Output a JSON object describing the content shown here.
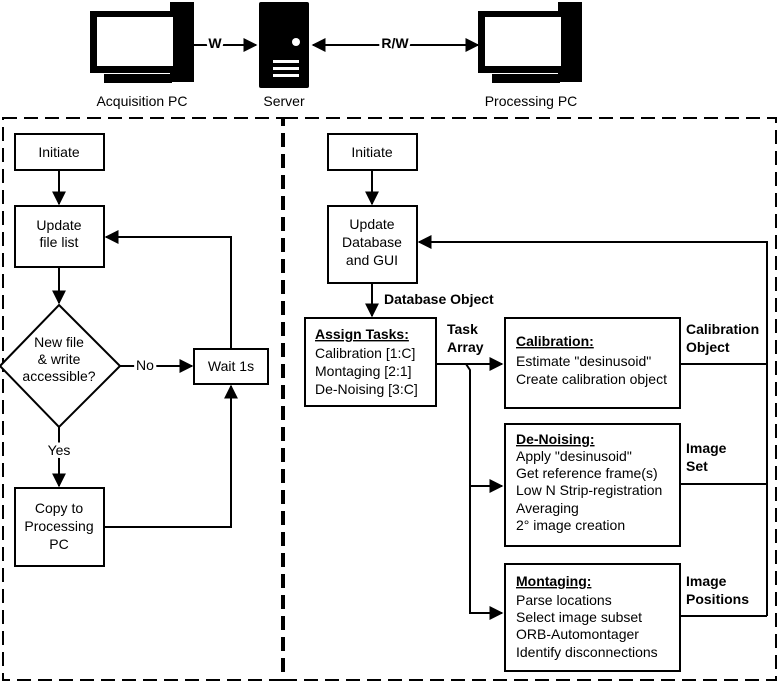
{
  "computers": {
    "acquisition_label": "Acquisition PC",
    "server_label": "Server",
    "processing_label": "Processing PC",
    "acq_server_link": "W",
    "server_proc_link": "R/W"
  },
  "acquisition": {
    "initiate": "Initiate",
    "update_file_list": [
      "Update",
      "file list"
    ],
    "decision": [
      "New file",
      "& write",
      "accessible?"
    ],
    "no_label": "No",
    "yes_label": "Yes",
    "wait": "Wait 1s",
    "copy": [
      "Copy to",
      "Processing",
      "PC"
    ]
  },
  "processing": {
    "initiate": "Initiate",
    "update_db": [
      "Update",
      "Database",
      "and GUI"
    ],
    "database_object": "Database Object",
    "assign": {
      "title": "Assign Tasks:",
      "items": [
        "Calibration [1:C]",
        "Montaging [2:1]",
        "De-Noising [3:C]"
      ]
    },
    "task_array": [
      "Task",
      "Array"
    ],
    "calibration": {
      "title": "Calibration:",
      "items": [
        "Estimate \"desinusoid\"",
        "Create calibration object"
      ],
      "output": [
        "Calibration",
        "Object"
      ]
    },
    "denoising": {
      "title": "De-Noising:",
      "items": [
        "Apply \"desinusoid\"",
        "Get reference frame(s)",
        "Low N Strip-registration",
        "Averaging",
        "2° image creation"
      ],
      "output": [
        "Image",
        "Set"
      ]
    },
    "montaging": {
      "title": "Montaging:",
      "items": [
        "Parse locations",
        "Select image subset",
        "ORB-Automontager",
        "Identify disconnections"
      ],
      "output": [
        "Image",
        "Positions"
      ]
    }
  }
}
